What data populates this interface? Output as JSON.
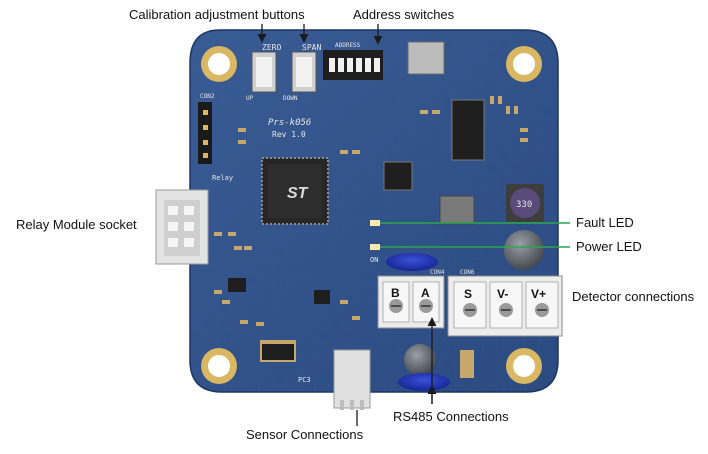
{
  "callouts": {
    "calibration_buttons": "Calibration adjustment buttons",
    "address_switches": "Address switches",
    "relay_socket": "Relay Module socket",
    "fault_led": "Fault LED",
    "power_led": "Power LED",
    "detector_connections": "Detector connections",
    "rs485_connections": "RS485 Connections",
    "sensor_connections": "Sensor Connections"
  },
  "board": {
    "part_number": "Prs-k056",
    "revision": "Rev 1.0",
    "button_zero": "ZERO",
    "button_span": "SPAN",
    "button_up": "UP",
    "button_down": "DOWN",
    "address_label": "ADDRESS",
    "con2": "CON2",
    "relay": "Relay",
    "chip_logo": "ST",
    "inductor": "330",
    "con6": "CON6",
    "con4": "CON4",
    "pc3": "PC3",
    "on": "ON",
    "terminal_rs485": [
      "B",
      "A"
    ],
    "terminal_detector": [
      "S",
      "V-",
      "V+"
    ]
  },
  "colors": {
    "pcb": "#2e4f86",
    "terminal_block": "#ececec",
    "callout_arrow": "#1a1a1a",
    "led_line": "#2aa84a"
  }
}
